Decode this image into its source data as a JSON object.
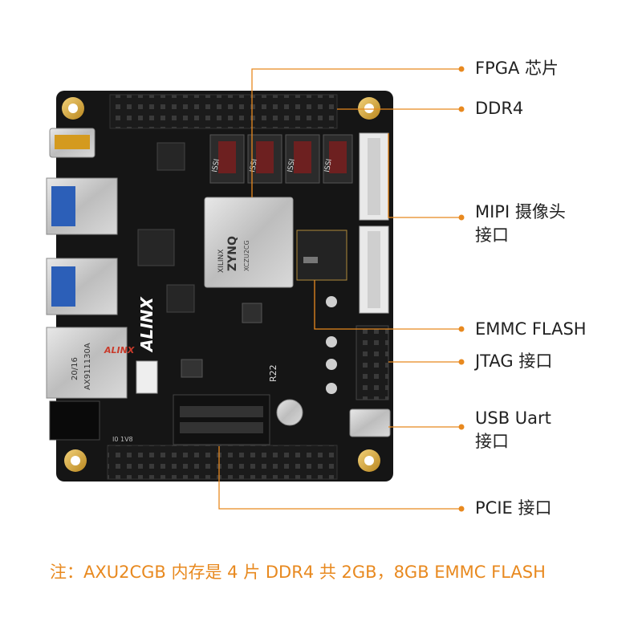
{
  "callouts": {
    "fpga": "FPGA 芯片",
    "ddr4": "DDR4",
    "mipi": "MIPI 摄像头\n接口",
    "emmc": "EMMC FLASH",
    "jtag": "JTAG 接口",
    "usb_uart": "USB Uart\n接口",
    "pcie": "PCIE 接口"
  },
  "board": {
    "brand": "ALINX",
    "brand_small": "ALINX",
    "fpga_vendor": "XILINX",
    "fpga_family": "ZYNQ",
    "fpga_part": "XCZU2CG",
    "memory_marking": "ISSI",
    "ethernet_marking": "AX911130A",
    "ethernet_speed": "20/16",
    "resistor_marking": "R22",
    "header_label": "I0 1V8"
  },
  "note": "注：AXU2CGB 内存是 4 片 DDR4 共 2GB，8GB EMMC FLASH",
  "colors": {
    "accent": "#e8891f",
    "board": "#151515",
    "leader_line": "#e8891f"
  }
}
